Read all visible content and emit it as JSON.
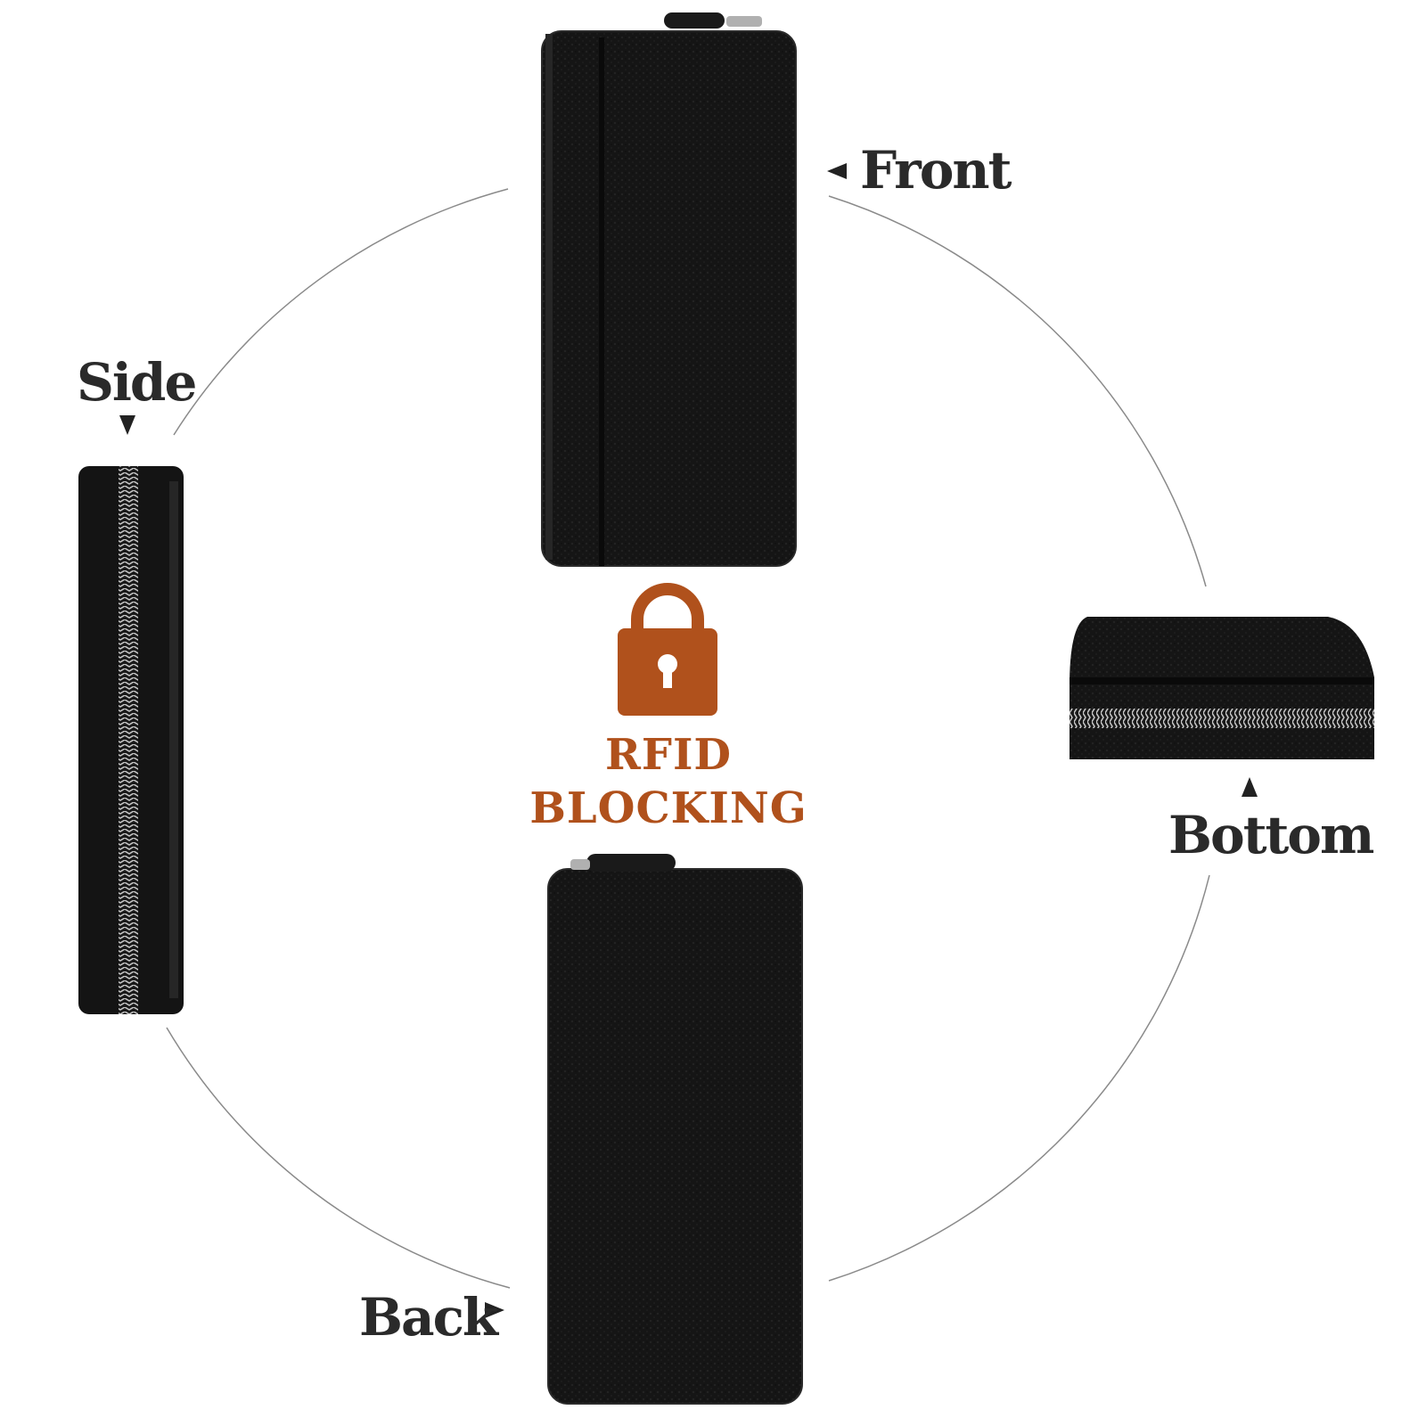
{
  "views": {
    "front": "Front",
    "side": "Side",
    "bottom": "Bottom",
    "back": "Back"
  },
  "badge": {
    "line1": "RFID",
    "line2": "BLOCKING",
    "icon": "padlock-icon"
  },
  "colors": {
    "accent": "#b0511c",
    "label": "#2a2a2a",
    "product": "#141414",
    "zipper": "#b8b8b8",
    "circle": "#8a8a8a"
  }
}
